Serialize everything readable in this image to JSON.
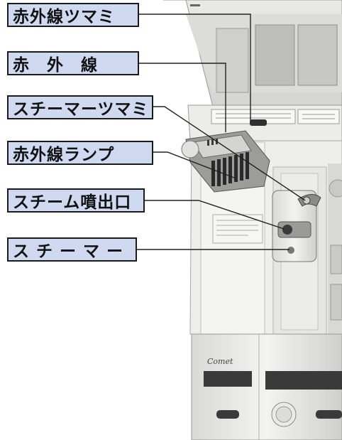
{
  "labels": {
    "ir_knob": "赤外線ツマミ",
    "ir": "赤　外　線",
    "steamer_knob": "スチーマーツマミ",
    "ir_lamp": "赤外線ランプ",
    "steam_outlet": "スチーム噴出口",
    "steamer": "スチーマー"
  },
  "device": {
    "brand": "Comet"
  },
  "colors": {
    "label_bg": "#cfd9f0",
    "label_border": "#1a1a1a",
    "leader_line": "#222222",
    "body": "#e4e4e2",
    "panel": "#f1f1ef",
    "dark": "#2a2a2a"
  }
}
